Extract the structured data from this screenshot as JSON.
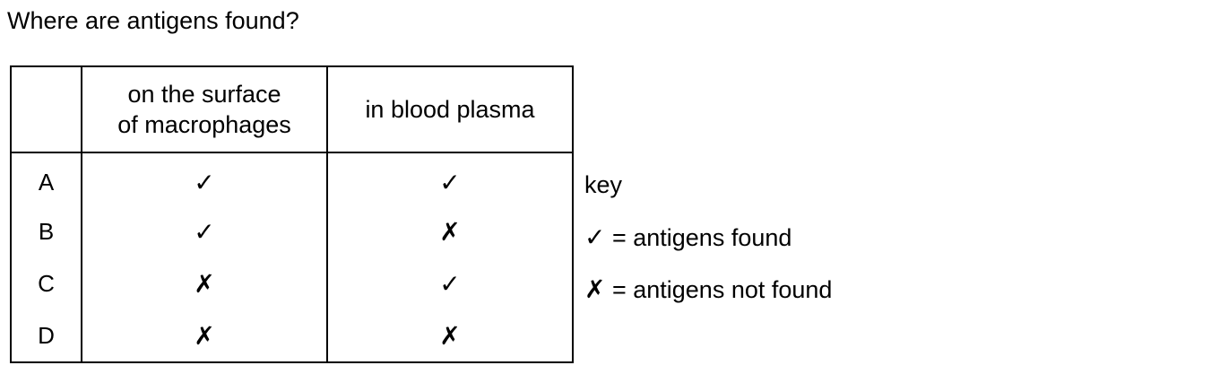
{
  "question": "Where are antigens found?",
  "table": {
    "headers": [
      "",
      "on the surface\nof macrophages",
      "in blood plasma"
    ],
    "rows": [
      {
        "letter": "A",
        "surface": "✓",
        "plasma": "✓"
      },
      {
        "letter": "B",
        "surface": "✓",
        "plasma": "✗"
      },
      {
        "letter": "C",
        "surface": "✗",
        "plasma": "✓"
      },
      {
        "letter": "D",
        "surface": "✗",
        "plasma": "✗"
      }
    ]
  },
  "key": {
    "title": "key",
    "tick_symbol": "✓",
    "tick_text": " = antigens found",
    "cross_symbol": "✗",
    "cross_text": " = antigens not found"
  }
}
